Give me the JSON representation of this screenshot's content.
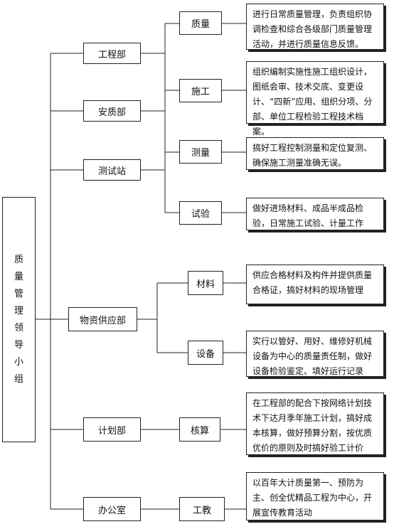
{
  "root": {
    "label": "质量管理领导小组"
  },
  "departments": {
    "gongcheng": "工程部",
    "anzhi": "安质部",
    "ceshi": "测试站",
    "wuzi": "物资供应部",
    "jihua": "计划部",
    "bangong": "办公室"
  },
  "functions": {
    "zhiliang": {
      "label": "质量",
      "desc": "进行日常质量管理，负责组织协调检查和综合各级部门质量管理活动，并进行质量信息反馈。"
    },
    "shigong": {
      "label": "施工",
      "desc": "组织编制实施性施工组织设计，图纸会审、技术交底、变更设计、“四新”应用、组织分项、分部、单位工程检验工程技术档案。"
    },
    "celiang": {
      "label": "测量",
      "desc": "搞好工程控制测量和定位复测、确保施工测量准确无误。"
    },
    "shiyan": {
      "label": "试验",
      "desc": "做好进场材料、成品半成品检验，日常施工试验、计量工作"
    },
    "cailiao": {
      "label": "材料",
      "desc": "供应合格材料及构件并提供质量合格证，搞好材料的现场管理"
    },
    "shebei": {
      "label": "设备",
      "desc": "实行以管好、用好、维修好机械设备为中心的质量责任制，做好设备检验鉴定、填好运行记录"
    },
    "hesuan": {
      "label": "核算",
      "desc": "在工程部的配合下按网络计划技术下达月季年施工计划，搞好成本核算，做好预算分割，按优质优价的原则及时搞好验工计价"
    },
    "gongjiao": {
      "label": "工教",
      "desc": "以百年大计质量第一、预防为主、创全优精品工程为中心，开展宣传教育活动"
    }
  }
}
